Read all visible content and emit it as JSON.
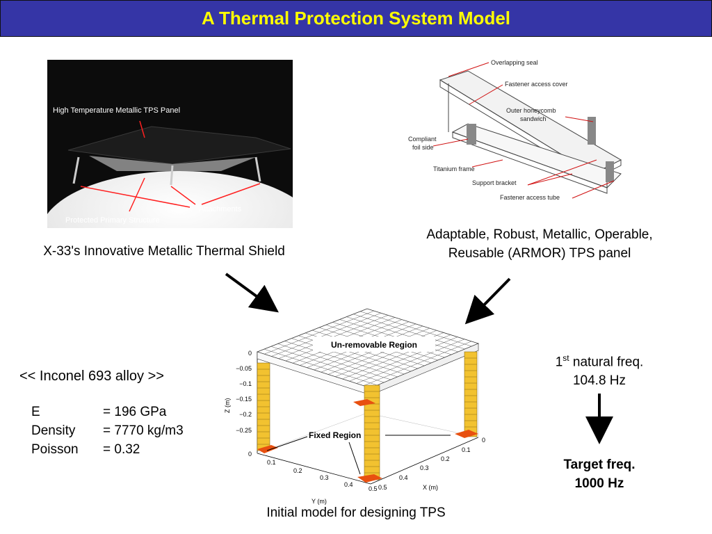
{
  "title": "A Thermal Protection System Model",
  "photo": {
    "label_panel": "High Temperature Metallic TPS Panel",
    "label_attachments": "Attachments",
    "label_structure": "Protected Primary Structure"
  },
  "photo_caption": "X-33's Innovative Metallic Thermal Shield",
  "armor": {
    "labels": {
      "overlapping_seal": "Overlapping seal",
      "fastener_cover": "Fastener access cover",
      "honeycomb_1": "Outer honeycomb",
      "honeycomb_2": "sandwich",
      "compliant_1": "Compliant",
      "compliant_2": "foil side",
      "titanium": "Titanium frame",
      "bracket": "Support bracket",
      "tube": "Fastener access tube"
    },
    "caption_line1": "Adaptable, Robust, Metallic, Operable,",
    "caption_line2": "Reusable (ARMOR) TPS panel"
  },
  "material": {
    "heading": "<< Inconel 693 alloy >>",
    "properties": [
      {
        "name": "E",
        "value": "= 196 GPa"
      },
      {
        "name": "Density",
        "value": "= 7770 kg/m3"
      },
      {
        "name": "Poisson",
        "value": "= 0.32"
      }
    ]
  },
  "model": {
    "label_unremovable": "Un-removable Region",
    "label_fixed": "Fixed Region",
    "z_axis_label": "Z (m)",
    "x_axis_label": "X (m)",
    "y_axis_label": "Y (m)",
    "z_ticks": [
      "0",
      "−0.05",
      "−0.1",
      "−0.15",
      "−0.2",
      "−0.25",
      "0"
    ],
    "y_ticks": [
      "0.1",
      "0.2",
      "0.3",
      "0.4",
      "0.5"
    ],
    "x_ticks": [
      "0",
      "0.1",
      "0.2",
      "0.3",
      "0.4",
      "0.5"
    ],
    "caption": "Initial model for designing TPS"
  },
  "frequency": {
    "current_prefix": "1",
    "current_sup": "st",
    "current_suffix": " natural freq.",
    "current_value": "104.8 Hz",
    "target_label": "Target freq.",
    "target_value": "1000 Hz"
  }
}
